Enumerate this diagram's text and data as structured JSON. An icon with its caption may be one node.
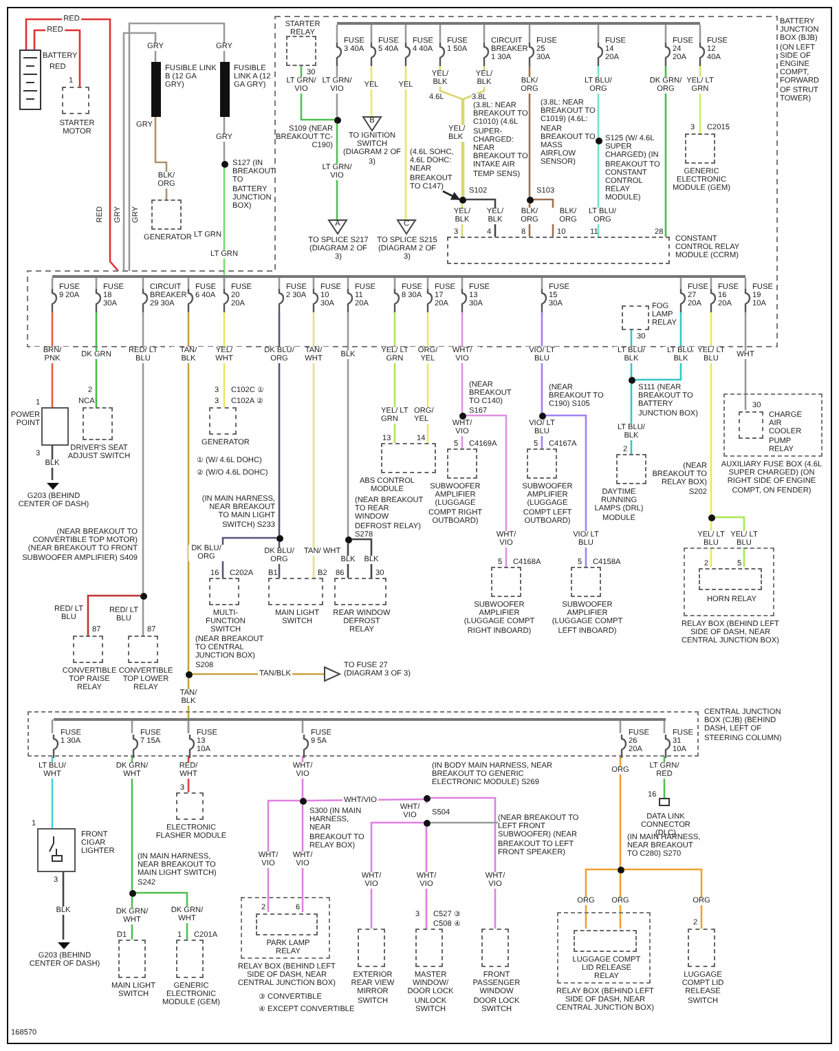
{
  "diagram": {
    "nodes": [
      {
        "text": [
          "BATTERY"
        ]
      },
      {
        "text": [
          "STARTER MOTOR"
        ],
        "beside": [
          "1"
        ]
      },
      {
        "text": [
          "FUSIBLE LINK B (12 GA GRY)"
        ]
      },
      {
        "text": [
          "FUSIBLE LINK A (12 GA GRY)"
        ]
      },
      {
        "text": [
          "GENERATOR"
        ]
      },
      {
        "text": [
          "S127 (IN BREAKOUT TO BATTERY JUNCTION BOX)"
        ]
      },
      {
        "text": [
          "BATTERY JUNCTION BOX (BJB) (ON LEFT SIDE OF ENGINE COMPT, FORWARD OF STRUT TOWER)"
        ]
      },
      {
        "text": [
          "STARTER RELAY"
        ],
        "beside": [
          "30"
        ],
        "in": 6
      },
      {
        "text": [
          "FUSE 3 40A"
        ],
        "in": 6
      },
      {
        "text": [
          "FUSE 5 40A"
        ],
        "in": 6
      },
      {
        "text": [
          "FUSE 4 40A"
        ],
        "in": 6
      },
      {
        "text": [
          "FUSE 1 50A"
        ],
        "in": 6
      },
      {
        "text": [
          "CIRCUIT BREAKER 1 30A"
        ],
        "in": 6
      },
      {
        "text": [
          "FUSE 25 30A"
        ],
        "in": 6
      },
      {
        "text": [
          "FUSE 14 20A"
        ],
        "in": 6
      },
      {
        "text": [
          "FUSE 24 20A"
        ],
        "in": 6
      },
      {
        "text": [
          "FUSE 12 40A"
        ],
        "in": 6
      },
      {
        "text": [
          "GENERIC ELECTRONIC MODULE (GEM)"
        ],
        "beside": [
          "3",
          "C2015"
        ],
        "in": 6
      },
      {
        "text": [
          "CONSTANT CONTROL RELAY MODULE (CCRM)"
        ],
        "beside": [
          "3",
          "4",
          "8",
          "10",
          "11",
          "28"
        ],
        "in": 6
      },
      {
        "text": [
          "S109 (NEAR BREAKOUT TC-C190)"
        ],
        "in": 6
      },
      {
        "text": [
          "(3.8L: NEAR BREAKOUT TO C1010) (4.6L SUPER-CHARGED: NEAR BREAKOUT TO INTAKE AIR TEMP SENS)",
          "S102"
        ],
        "in": 6
      },
      {
        "text": [
          "(3.8L: NEAR BREAKOUT TO C1019) (4.6L: NEAR BREAKOUT TO MASS AIRFLOW SENSOR)",
          "S103"
        ],
        "in": 6
      },
      {
        "text": [
          "S125 (W/ 4.6L SUPER CHARGED) (IN BREAKOUT TO CONSTANT CONTROL RELAY MODULE)"
        ],
        "in": 6
      },
      {
        "text": [
          "A",
          "TO SPLICE S217 (DIAGRAM 2 OF 3)"
        ],
        "in": 6
      },
      {
        "text": [
          "C",
          "TO SPLICE S215 (DIAGRAM 2 OF 3)"
        ],
        "in": 6
      },
      {
        "text": [
          "B",
          "TO IGNITION SWITCH (DIAGRAM 2 OF 3)"
        ],
        "in": 6
      },
      {
        "text": [
          "FUSE 9 20A"
        ],
        "in": 6
      },
      {
        "text": [
          "FUSE 18 30A"
        ],
        "in": 6
      },
      {
        "text": [
          "CIRCUIT BREAKER 29 30A"
        ],
        "in": 6
      },
      {
        "text": [
          "FUSE 6 40A"
        ],
        "in": 6
      },
      {
        "text": [
          "FUSE 20 20A"
        ],
        "in": 6
      },
      {
        "text": [
          "FUSE 2 30A"
        ],
        "in": 6
      },
      {
        "text": [
          "FUSE 10 30A"
        ],
        "in": 6
      },
      {
        "text": [
          "FUSE 11 20A"
        ],
        "in": 6
      },
      {
        "text": [
          "FUSE 8 30A"
        ],
        "in": 6
      },
      {
        "text": [
          "FUSE 17 20A"
        ],
        "in": 6
      },
      {
        "text": [
          "FUSE 13 30A"
        ],
        "in": 6
      },
      {
        "text": [
          "FUSE 15 30A"
        ],
        "in": 6
      },
      {
        "text": [
          "FOG LAMP RELAY"
        ],
        "beside": [
          "30"
        ],
        "in": 6
      },
      {
        "text": [
          "FUSE 27 20A"
        ],
        "in": 6
      },
      {
        "text": [
          "FUSE 16 20A"
        ],
        "in": 6
      },
      {
        "text": [
          "FUSE 19 10A"
        ],
        "in": 6
      },
      {
        "text": [
          "POWER POINT"
        ],
        "beside": [
          "1",
          "3"
        ]
      },
      {
        "text": [
          "G203 (BEHIND CENTER OF DASH)"
        ]
      },
      {
        "text": [
          "DRIVER'S SEAT ADJUST SWITCH"
        ],
        "beside": [
          "2",
          "NCA"
        ]
      },
      {
        "text": [
          "GENERATOR"
        ],
        "beside": [
          "3",
          "C102C ①",
          "3",
          "C102A ②"
        ]
      },
      {
        "text": [
          "ABS CONTROL MODULE"
        ],
        "beside": [
          "13",
          "14"
        ]
      },
      {
        "text": [
          "(NEAR BREAKOUT TO C140) S167"
        ]
      },
      {
        "text": [
          "SUBWOOFER AMPLIFIER (LUGGAGE COMPT RIGHT OUTBOARD)"
        ],
        "beside": [
          "5",
          "C4169A"
        ]
      },
      {
        "text": [
          "(NEAR BREAKOUT TO C190) S105"
        ]
      },
      {
        "text": [
          "SUBWOOFER AMPLIFIER (LUGGAGE COMPT LEFT OUTBOARD)"
        ],
        "beside": [
          "5",
          "C4167A"
        ]
      },
      {
        "text": [
          "SUBWOOFER AMPLIFIER (LUGGAGE COMPT RIGHT INBOARD)"
        ],
        "beside": [
          "5",
          "C4168A"
        ]
      },
      {
        "text": [
          "SUBWOOFER AMPLIFIER (LUGGAGE COMPT LEFT INBOARD)"
        ],
        "beside": [
          "5",
          "C4158A"
        ]
      },
      {
        "text": [
          "S111 (NEAR BREAKOUT TO BATTERY JUNCTION BOX)"
        ]
      },
      {
        "text": [
          "DAYTIME RUNNING LAMPS (DRL) MODULE"
        ],
        "beside": [
          "2"
        ]
      },
      {
        "text": [
          "AUXILIARY FUSE BOX (4.6L SUPER CHARGED) (ON RIGHT SIDE OF ENGINE COMPT, ON FENDER)"
        ]
      },
      {
        "text": [
          "CHARGE AIR COOLER PUMP RELAY"
        ],
        "beside": [
          "30"
        ],
        "in": 55
      },
      {
        "text": [
          "(NEAR BREAKOUT TO RELAY BOX) S202"
        ]
      },
      {
        "text": [
          "RELAY BOX (BEHIND LEFT SIDE OF DASH, NEAR CENTRAL JUNCTION BOX)"
        ]
      },
      {
        "text": [
          "HORN RELAY"
        ],
        "beside": [
          "2",
          "5"
        ],
        "in": 58
      },
      {
        "text": [
          "(NEAR BREAKOUT TO CONVERTIBLE TOP MOTOR) (NEAR BREAKOUT TO FRONT SUBWOOFER AMPLIFIER) S409"
        ]
      },
      {
        "text": [
          "CONVERTIBLE TOP RAISE RELAY"
        ],
        "beside": [
          "87"
        ]
      },
      {
        "text": [
          "CONVERTIBLE TOP LOWER RELAY"
        ],
        "beside": [
          "87"
        ]
      },
      {
        "text": [
          "(IN MAIN HARNESS, NEAR BREAKOUT TO MAIN LIGHT SWITCH) S233"
        ]
      },
      {
        "text": [
          "MULTI-FUNCTION SWITCH"
        ],
        "beside": [
          "16",
          "C202A"
        ]
      },
      {
        "text": [
          "MAIN LIGHT SWITCH"
        ],
        "beside": [
          "B1",
          "B2"
        ]
      },
      {
        "text": [
          "(NEAR BREAKOUT TO REAR WINDOW DEFROST RELAY) S278"
        ]
      },
      {
        "text": [
          "REAR WINDOW DEFROST RELAY"
        ],
        "beside": [
          "86",
          "30"
        ]
      },
      {
        "text": [
          "(NEAR BREAKOUT TO CENTRAL JUNCTION BOX) S208"
        ]
      },
      {
        "text": [
          "TO FUSE 27 (DIAGRAM 3 OF 3)"
        ]
      },
      {
        "text": [
          "CENTRAL JUNCTION BOX (CJB) (BEHIND DASH, LEFT OF STEERING COLUMN)"
        ]
      },
      {
        "text": [
          "FUSE 1 30A"
        ],
        "in": 70
      },
      {
        "text": [
          "FUSE 7 15A"
        ],
        "in": 70
      },
      {
        "text": [
          "FUSE 13 10A"
        ],
        "in": 70
      },
      {
        "text": [
          "FUSE 9 5A"
        ],
        "in": 70
      },
      {
        "text": [
          "FUSE 26 20A"
        ],
        "in": 70
      },
      {
        "text": [
          "FUSE 31 10A"
        ],
        "in": 70
      },
      {
        "text": [
          "FRONT CIGAR LIGHTER"
        ],
        "beside": [
          "1",
          "3"
        ]
      },
      {
        "text": [
          "G203 (BEHIND CENTER OF DASH)"
        ]
      },
      {
        "text": [
          "ELECTRONIC FLASHER MODULE"
        ],
        "beside": [
          "3"
        ]
      },
      {
        "text": [
          "(IN MAIN HARNESS, NEAR BREAKOUT TO MAIN LIGHT SWITCH) S242"
        ]
      },
      {
        "text": [
          "MAIN LIGHT SWITCH"
        ],
        "beside": [
          "D1"
        ]
      },
      {
        "text": [
          "GENERIC ELECTRONIC MODULE (GEM)"
        ],
        "beside": [
          "1",
          "C201A"
        ]
      },
      {
        "text": [
          "S300 (IN MAIN HARNESS, NEAR BREAKOUT TO RELAY BOX)"
        ]
      },
      {
        "text": [
          "RELAY BOX (BEHIND LEFT SIDE OF DASH, NEAR CENTRAL JUNCTION BOX)"
        ]
      },
      {
        "text": [
          "PARK LAMP RELAY"
        ],
        "beside": [
          "2",
          "6"
        ],
        "in": 84
      },
      {
        "text": [
          "EXTERIOR REAR VIEW MIRROR SWITCH"
        ]
      },
      {
        "text": [
          "(IN BODY MAIN HARNESS, NEAR BREAKOUT TO GENERIC ELECTRONIC MODULE) S269"
        ]
      },
      {
        "text": [
          "S504"
        ]
      },
      {
        "text": [
          "MASTER WINDOW/ DOOR LOCK UNLOCK SWITCH"
        ],
        "beside": [
          "3",
          "C527 ③",
          "C508 ④"
        ]
      },
      {
        "text": [
          "FRONT PASSENGER WINDOW DOOR LOCK SWITCH"
        ]
      },
      {
        "text": [
          "(IN MAIN HARNESS, NEAR BREAKOUT TO C280) S270"
        ]
      },
      {
        "text": [
          "RELAY BOX (BEHIND LEFT SIDE OF DASH, NEAR CENTRAL JUNCTION BOX)"
        ]
      },
      {
        "text": [
          "LUGGAGE COMPT LID RELEASE RELAY"
        ],
        "in": 92
      },
      {
        "text": [
          "LUGGAGE COMPT LID RELEASE SWITCH"
        ],
        "beside": [
          "2"
        ]
      },
      {
        "text": [
          "DATA LINK CONNECTOR (DLC)"
        ],
        "beside": [
          "16"
        ]
      },
      {
        "text": [
          "(4.6L SOHC, 4.6L DOHC: NEAR BREAKOUT TO C147)"
        ],
        "in": 6
      },
      {
        "text": [
          "(NEAR BREAKOUT TO LEFT FRONT SUBWOOFER) (NEAR BREAKOUT TO LEFT FRONT SPEAKER)"
        ]
      },
      {
        "text": [],
        "shape": "bar",
        "in": 6
      },
      {
        "text": [],
        "shape": "bar",
        "in": 6
      },
      {
        "text": [],
        "shape": "bar",
        "in": 70
      }
    ],
    "edges": [
      {
        "from": 0,
        "to": 1,
        "arrow": "none",
        "label": "RED",
        "color": "#e03030"
      },
      {
        "from": 0,
        "to": 6,
        "arrow": "none",
        "label": "RED",
        "color": "#e03030"
      },
      {
        "from": 6,
        "to": 2,
        "arrow": "none",
        "label": "GRY"
      },
      {
        "from": 6,
        "to": 3,
        "arrow": "none",
        "label": "GRY"
      },
      {
        "from": 2,
        "to": 4,
        "arrow": "none",
        "label": "BLK/ ORG",
        "color": "#b09070"
      },
      {
        "from": 3,
        "to": 5,
        "arrow": "none",
        "label": "GRY"
      },
      {
        "from": 5,
        "to": 30,
        "arrow": "none",
        "label": "LT GRN",
        "color": "#70e070"
      },
      {
        "from": 7,
        "to": 19,
        "arrow": "none",
        "label": "LT GRN/ VIO",
        "color": "#50c050"
      },
      {
        "from": 8,
        "to": 19,
        "arrow": "none",
        "label": "LT GRN/ VIO"
      },
      {
        "from": 19,
        "to": 23,
        "arrow": "none",
        "label": "LT GRN/ VIO",
        "color": "#50c050"
      },
      {
        "from": 9,
        "to": 25,
        "arrow": "none",
        "label": "YEL",
        "color": "#e8e860"
      },
      {
        "from": 10,
        "to": 24,
        "arrow": "none",
        "label": "YEL",
        "color": "#e8e860"
      },
      {
        "from": 11,
        "to": 20,
        "arrow": "none",
        "label": "YEL/ BLK",
        "color": "#d8d870"
      },
      {
        "from": 12,
        "to": 20,
        "arrow": "none",
        "label": "YEL/ BLK",
        "color": "#d8d870"
      },
      {
        "from": 20,
        "to": 18,
        "arrow": "none",
        "label": "YEL/ BLK",
        "color": "#d8d870"
      },
      {
        "from": 20,
        "to": 18,
        "arrow": "none",
        "label": "YEL/ BLK",
        "color": "#444444"
      },
      {
        "from": 13,
        "to": 21,
        "arrow": "none",
        "label": "BLK/ ORG",
        "color": "#a07050"
      },
      {
        "from": 21,
        "to": 18,
        "arrow": "none",
        "label": "BLK/ ORG",
        "color": "#a07050"
      },
      {
        "from": 21,
        "to": 18,
        "arrow": "none",
        "label": "BLK/ ORG",
        "color": "#a07050"
      },
      {
        "from": 14,
        "to": 22,
        "arrow": "none",
        "label": "LT BLU/ ORG",
        "color": "#70e0d0"
      },
      {
        "from": 22,
        "to": 18,
        "arrow": "none",
        "label": "LT BLU/ ORG",
        "color": "#70e0d0"
      },
      {
        "from": 15,
        "to": 18,
        "arrow": "none",
        "label": "DK GRN/ ORG",
        "color": "#40c040"
      },
      {
        "from": 16,
        "to": 17,
        "arrow": "none",
        "label": "YEL/ LT GRN",
        "color": "#c8f060"
      },
      {
        "from": 96,
        "to": 20,
        "arrow": "to",
        "color": "#222222"
      },
      {
        "from": 26,
        "to": 42,
        "arrow": "none",
        "label": "BRN/ PNK",
        "color": "#e06030"
      },
      {
        "from": 42,
        "to": 43,
        "arrow": "none",
        "label": "BLK",
        "color": "#444444"
      },
      {
        "from": 27,
        "to": 44,
        "arrow": "none",
        "label": "DK GRN",
        "color": "#40c040"
      },
      {
        "from": 28,
        "to": 60,
        "arrow": "none",
        "label": "RED/ LT BLU"
      },
      {
        "from": 60,
        "to": 61,
        "arrow": "none",
        "label": "RED/ LT BLU",
        "color": "#c03030"
      },
      {
        "from": 60,
        "to": 62,
        "arrow": "none",
        "label": "RED/ LT BLU"
      },
      {
        "from": 29,
        "to": 68,
        "arrow": "none",
        "label": "TAN/ BLK",
        "color": "#c8a040"
      },
      {
        "from": 68,
        "to": 69,
        "arrow": "none",
        "label": "TAN/BLK",
        "color": "#c8a040"
      },
      {
        "from": 68,
        "to": 73,
        "arrow": "none",
        "label": "TAN/ BLK",
        "color": "#c8a040"
      },
      {
        "from": 30,
        "to": 45,
        "arrow": "none",
        "label": "YEL/ WHT",
        "color": "#e8e860"
      },
      {
        "from": 31,
        "to": 63,
        "arrow": "none",
        "label": "DK BLU/ ORG",
        "color": "#555577"
      },
      {
        "from": 63,
        "to": 64,
        "arrow": "none",
        "label": "DK BLU/ ORG",
        "color": "#555577"
      },
      {
        "from": 63,
        "to": 65,
        "arrow": "none",
        "label": "DK BLU/ ORG",
        "color": "#555577"
      },
      {
        "from": 32,
        "to": 65,
        "arrow": "none",
        "label": "TAN/ WHT",
        "color": "#e8e080"
      },
      {
        "from": 33,
        "to": 66,
        "arrow": "none",
        "label": "BLK"
      },
      {
        "from": 66,
        "to": 67,
        "arrow": "none",
        "label": "BLK",
        "color": "#444444"
      },
      {
        "from": 66,
        "to": 67,
        "arrow": "none",
        "label": "BLK",
        "color": "#444444"
      },
      {
        "from": 34,
        "to": 46,
        "arrow": "none",
        "label": "YEL/ LT GRN",
        "color": "#a8e850"
      },
      {
        "from": 35,
        "to": 46,
        "arrow": "none",
        "label": "ORG/ YEL",
        "color": "#e8e860"
      },
      {
        "from": 36,
        "to": 47,
        "arrow": "none",
        "label": "WHT/ VIO",
        "color": "#e090e0"
      },
      {
        "from": 47,
        "to": 48,
        "arrow": "none",
        "label": "WHT/ VIO",
        "color": "#e090e0"
      },
      {
        "from": 47,
        "to": 51,
        "arrow": "none",
        "label": "WHT/ VIO",
        "color": "#e090e0"
      },
      {
        "from": 37,
        "to": 49,
        "arrow": "none",
        "label": "VIO/ LT BLU",
        "color": "#a080f0"
      },
      {
        "from": 49,
        "to": 50,
        "arrow": "none",
        "label": "VIO/ LT BLU",
        "color": "#a080f0"
      },
      {
        "from": 49,
        "to": 52,
        "arrow": "none",
        "label": "VIO/ LT BLU",
        "color": "#a080f0"
      },
      {
        "from": 38,
        "to": 53,
        "arrow": "none",
        "label": "LT BLU/ BLK",
        "color": "#30c8c8"
      },
      {
        "from": 39,
        "to": 53,
        "arrow": "none",
        "label": "LT BLU/ BLK",
        "color": "#30c8c8"
      },
      {
        "from": 53,
        "to": 54,
        "arrow": "none",
        "label": "LT BLU/ BLK",
        "color": "#30c8c8"
      },
      {
        "from": 40,
        "to": 57,
        "arrow": "none",
        "label": "YEL/ LT BLU",
        "color": "#e8e860"
      },
      {
        "from": 57,
        "to": 59,
        "arrow": "none",
        "label": "YEL/ LT BLU",
        "color": "#e8e860"
      },
      {
        "from": 57,
        "to": 59,
        "arrow": "none",
        "label": "YEL/ LT BLU",
        "color": "#a8e850"
      },
      {
        "from": 41,
        "to": 56,
        "arrow": "none",
        "label": "WHT"
      },
      {
        "from": 71,
        "to": 77,
        "arrow": "none",
        "label": "LT BLU/ WHT",
        "color": "#40d0e0"
      },
      {
        "from": 77,
        "to": 78,
        "arrow": "none",
        "label": "BLK",
        "color": "#444444"
      },
      {
        "from": 72,
        "to": 80,
        "arrow": "none",
        "label": "DK GRN/ WHT",
        "color": "#50c050"
      },
      {
        "from": 80,
        "to": 81,
        "arrow": "none",
        "label": "DK GRN/ WHT",
        "color": "#50c050"
      },
      {
        "from": 80,
        "to": 82,
        "arrow": "none",
        "label": "DK GRN/ WHT",
        "color": "#50c050"
      },
      {
        "from": 73,
        "to": 79,
        "arrow": "none",
        "label": "RED/ WHT",
        "color": "#e04040"
      },
      {
        "from": 74,
        "to": 83,
        "arrow": "none",
        "label": "WHT/ VIO",
        "color": "#e080e0"
      },
      {
        "from": 83,
        "to": 85,
        "arrow": "none",
        "label": "WHT/ VIO",
        "color": "#e080e0"
      },
      {
        "from": 83,
        "to": 85,
        "arrow": "none",
        "label": "WHT/ VIO",
        "color": "#e080e0"
      },
      {
        "from": 83,
        "to": 87,
        "arrow": "none",
        "label": "WHT/VIO",
        "color": "#e080e0"
      },
      {
        "from": 87,
        "to": 88,
        "arrow": "none",
        "label": "WHT/ VIO",
        "color": "#e080e0"
      },
      {
        "from": 88,
        "to": 86,
        "arrow": "none",
        "label": "WHT/ VIO",
        "color": "#e080e0"
      },
      {
        "from": 88,
        "to": 89,
        "arrow": "none",
        "label": "WHT/ VIO",
        "color": "#e080e0"
      },
      {
        "from": 87,
        "to": 90,
        "arrow": "none",
        "label": "WHT/ VIO",
        "color": "#e080e0"
      },
      {
        "from": 88,
        "to": 97,
        "arrow": "none"
      },
      {
        "from": 75,
        "to": 91,
        "arrow": "none",
        "label": "ORG",
        "color": "#f0a030"
      },
      {
        "from": 91,
        "to": 93,
        "arrow": "none",
        "label": "ORG",
        "color": "#f0a030"
      },
      {
        "from": 91,
        "to": 93,
        "arrow": "none",
        "label": "ORG",
        "color": "#f0a030"
      },
      {
        "from": 91,
        "to": 94,
        "arrow": "none",
        "label": "ORG",
        "color": "#f0a030"
      },
      {
        "from": 76,
        "to": 95,
        "arrow": "none",
        "label": "LT GRN/ RED",
        "color": "#50c050"
      },
      {
        "from": 98,
        "to": 8,
        "arrow": "none"
      },
      {
        "from": 98,
        "to": 9,
        "arrow": "none"
      },
      {
        "from": 98,
        "to": 10,
        "arrow": "none"
      },
      {
        "from": 98,
        "to": 11,
        "arrow": "none"
      },
      {
        "from": 98,
        "to": 12,
        "arrow": "none"
      },
      {
        "from": 98,
        "to": 13,
        "arrow": "none"
      },
      {
        "from": 98,
        "to": 14,
        "arrow": "none"
      },
      {
        "from": 98,
        "to": 15,
        "arrow": "none"
      },
      {
        "from": 98,
        "to": 16,
        "arrow": "none"
      },
      {
        "from": 99,
        "to": 26,
        "arrow": "none"
      },
      {
        "from": 99,
        "to": 27,
        "arrow": "none"
      },
      {
        "from": 99,
        "to": 28,
        "arrow": "none"
      },
      {
        "from": 99,
        "to": 29,
        "arrow": "none"
      },
      {
        "from": 99,
        "to": 30,
        "arrow": "none"
      },
      {
        "from": 99,
        "to": 31,
        "arrow": "none"
      },
      {
        "from": 99,
        "to": 32,
        "arrow": "none"
      },
      {
        "from": 99,
        "to": 33,
        "arrow": "none"
      },
      {
        "from": 99,
        "to": 34,
        "arrow": "none"
      },
      {
        "from": 99,
        "to": 35,
        "arrow": "none"
      },
      {
        "from": 99,
        "to": 36,
        "arrow": "none"
      },
      {
        "from": 99,
        "to": 37,
        "arrow": "none"
      },
      {
        "from": 99,
        "to": 39,
        "arrow": "none"
      },
      {
        "from": 99,
        "to": 40,
        "arrow": "none"
      },
      {
        "from": 99,
        "to": 41,
        "arrow": "none"
      },
      {
        "from": 100,
        "to": 71,
        "arrow": "none"
      },
      {
        "from": 100,
        "to": 72,
        "arrow": "none"
      },
      {
        "from": 100,
        "to": 73,
        "arrow": "none"
      },
      {
        "from": 100,
        "to": 74,
        "arrow": "none"
      },
      {
        "from": 100,
        "to": 75,
        "arrow": "none"
      },
      {
        "from": 100,
        "to": 76,
        "arrow": "none"
      }
    ],
    "labels": [
      "RED",
      "RED",
      "GRY",
      "GRY",
      "GRY",
      "LT GRN",
      "4.6L",
      "3.8L",
      "YEL/ BLK",
      "① (W/ 4.6L DOHC)",
      "② (W/O 4.6L DOHC)",
      "TAN/ WHT",
      "YEL/ LT GRN",
      "ORG/ YEL",
      "③ CONVERTIBLE",
      "④ EXCEPT CONVERTIBLE",
      "168570"
    ]
  }
}
